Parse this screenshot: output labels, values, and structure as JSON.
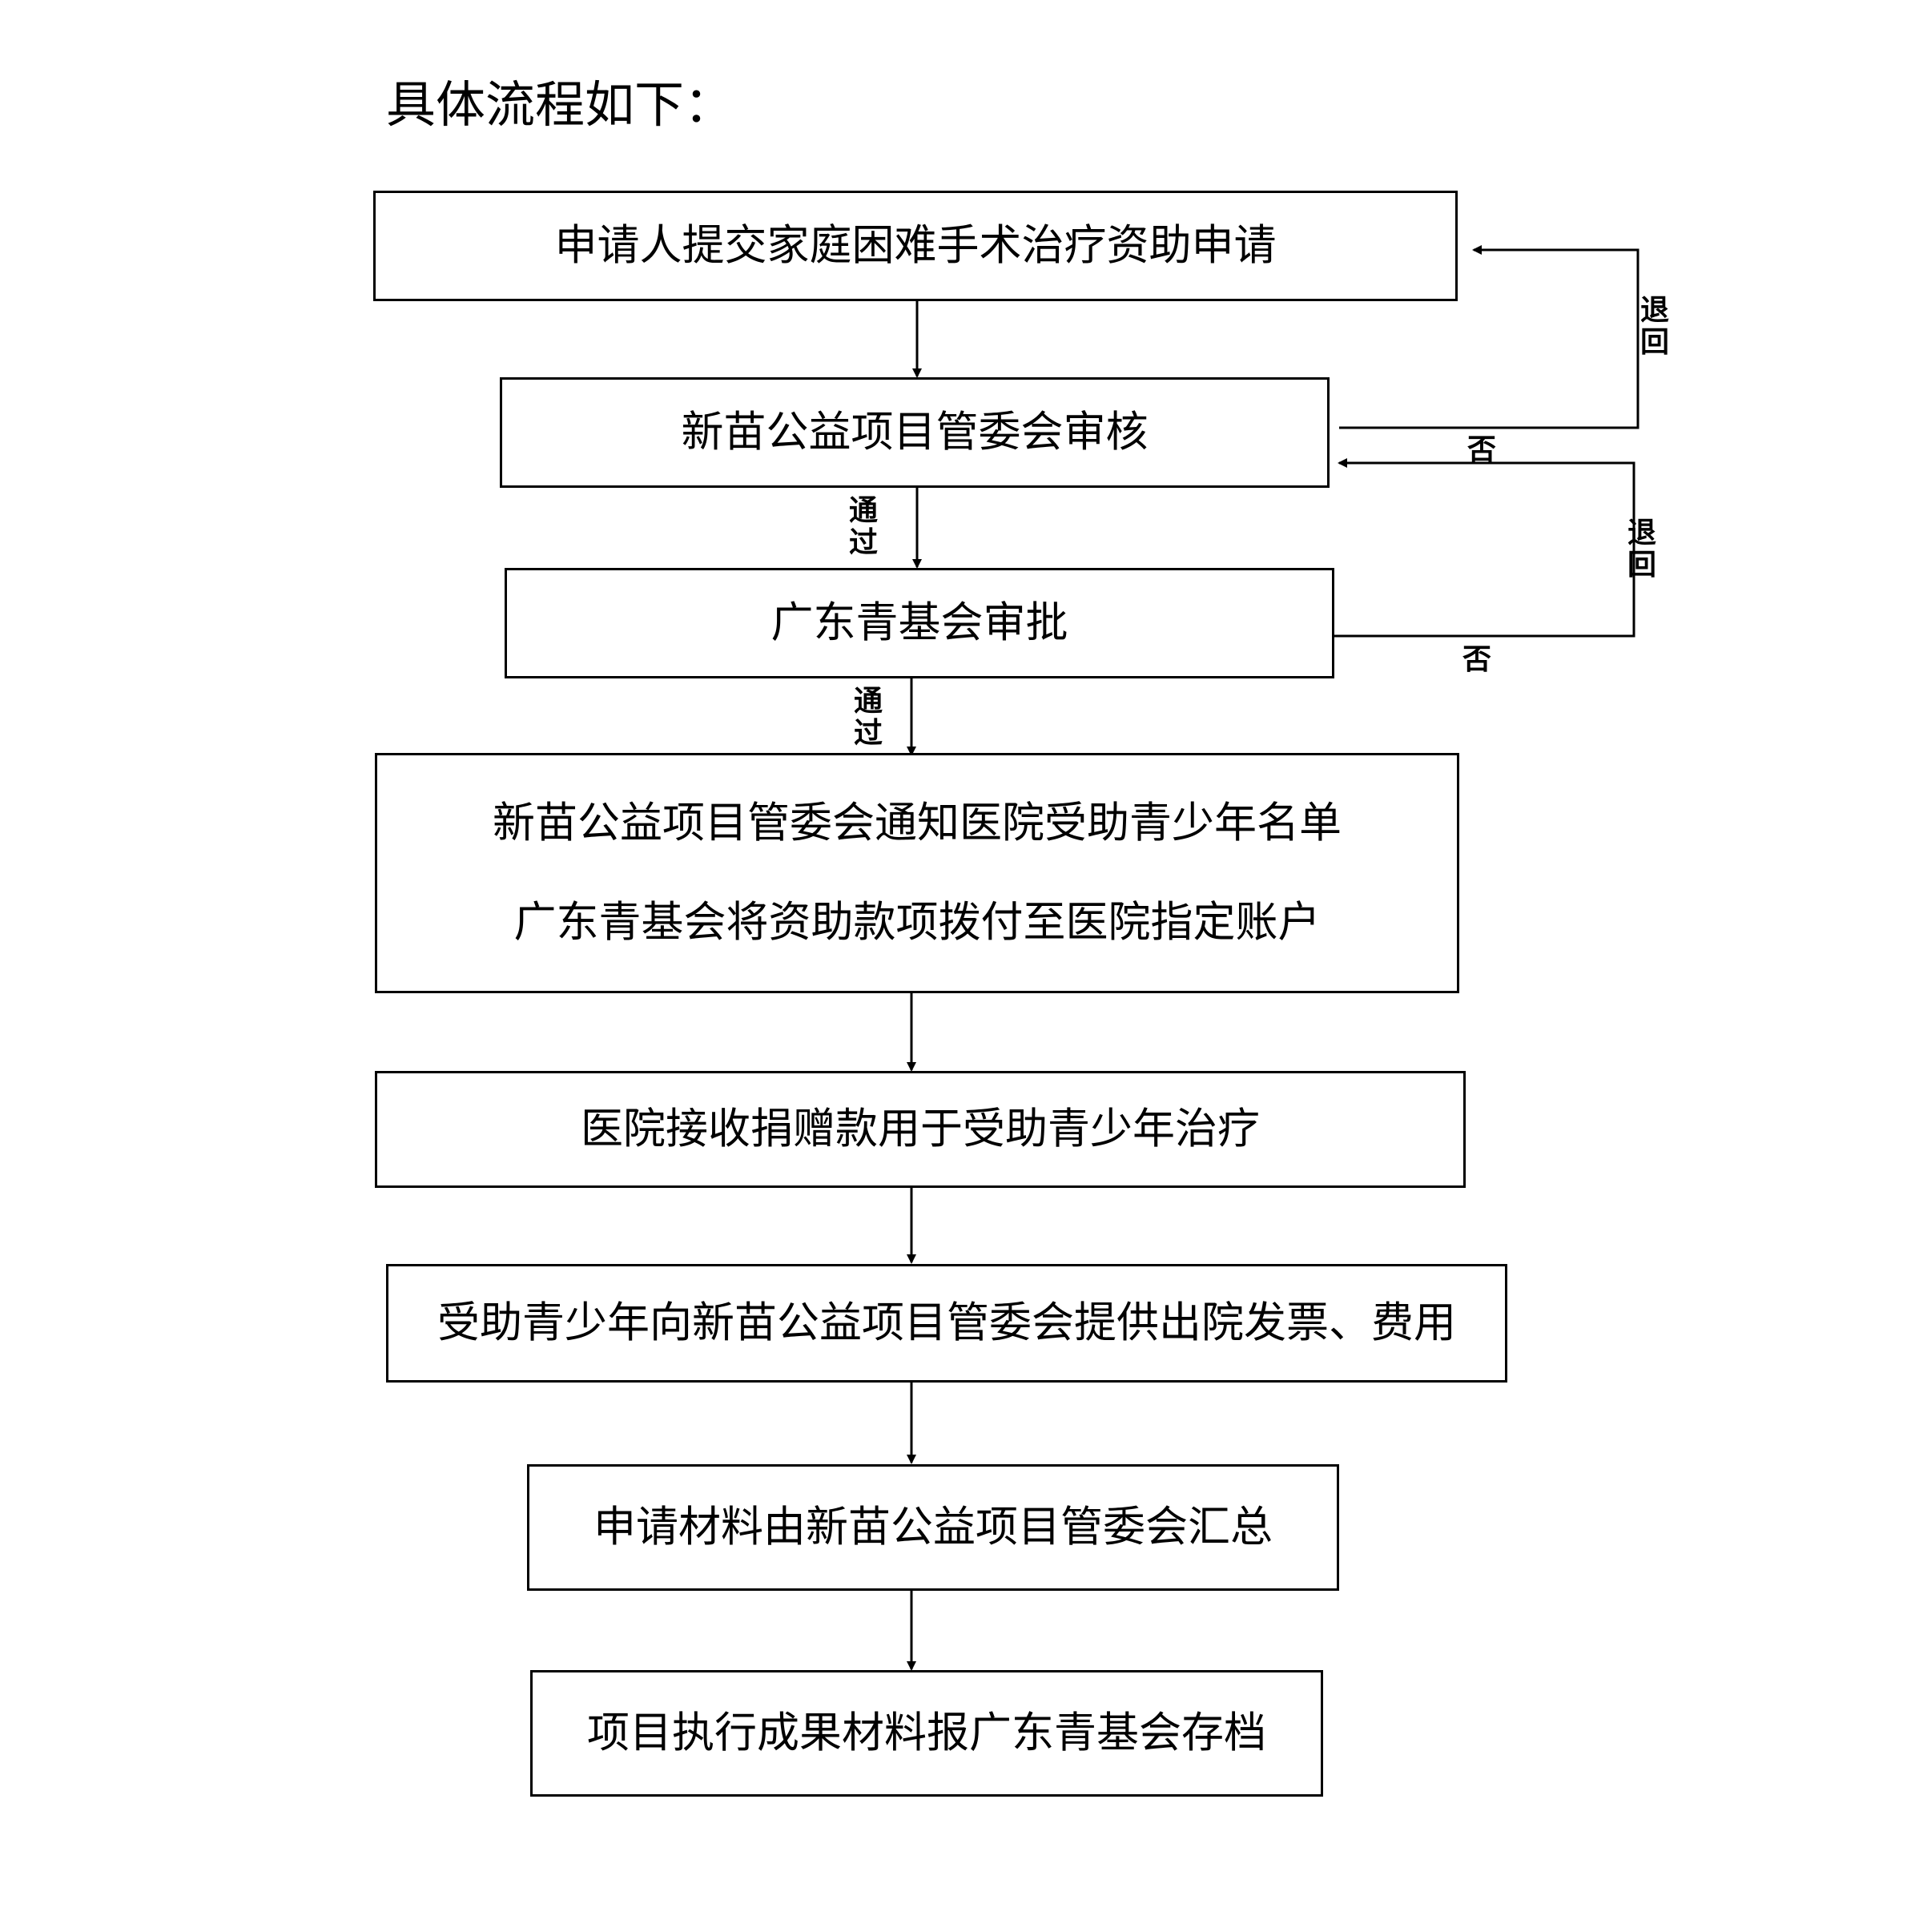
{
  "title": "具体流程如下：",
  "steps": [
    {
      "text": "申请人提交家庭困难手术治疗资助申请"
    },
    {
      "text": "新苗公益项目管委会审核"
    },
    {
      "text": "广东青基会审批"
    },
    {
      "lines": [
        "新苗公益项目管委会通知医院受助青少年名单",
        "广东青基会将资助款项拨付至医院指定账户"
      ]
    },
    {
      "text": "医院接收捐赠款用于受助青少年治疗"
    },
    {
      "text": "受助青少年向新苗公益项目管委会提供出院发票、费用"
    },
    {
      "text": "申请材料由新苗公益项目管委会汇总"
    },
    {
      "text": "项目执行成果材料报广东青基会存档"
    }
  ],
  "labels": {
    "pass_1": [
      "通",
      "过"
    ],
    "pass_2": [
      "通",
      "过"
    ],
    "return_1": [
      "退",
      "回"
    ],
    "return_2": [
      "退",
      "回"
    ],
    "no_1": "否",
    "no_2": "否"
  }
}
